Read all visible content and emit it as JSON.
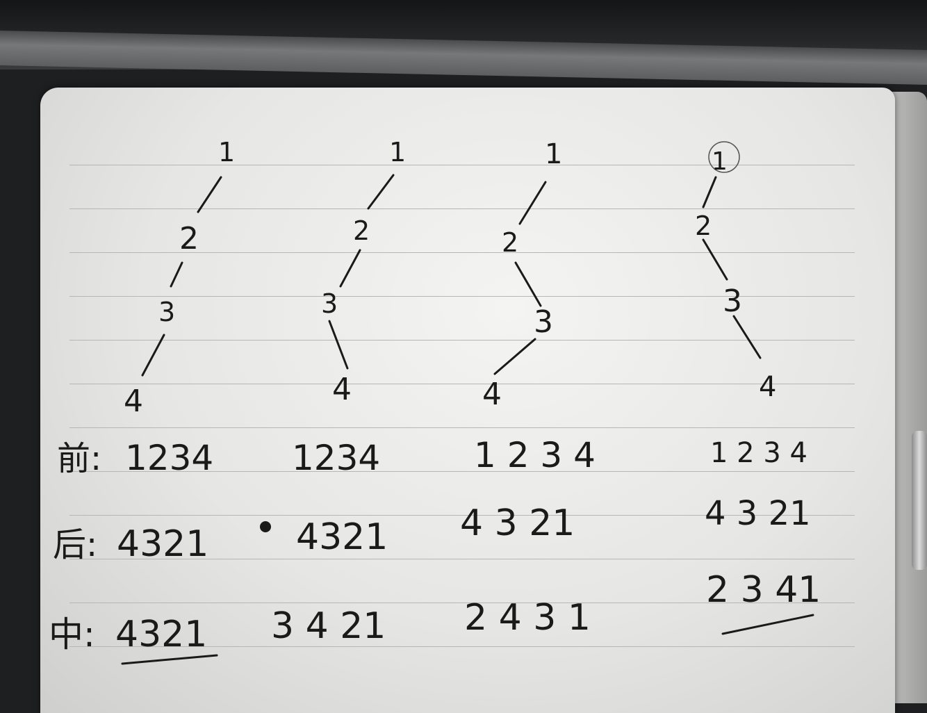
{
  "trees": [
    {
      "nodes": [
        "1",
        "2",
        "3",
        "4"
      ]
    },
    {
      "nodes": [
        "1",
        "2",
        "3",
        "4"
      ]
    },
    {
      "nodes": [
        "1",
        "2",
        "3",
        "4"
      ]
    },
    {
      "nodes": [
        "1",
        "2",
        "3",
        "4"
      ]
    }
  ],
  "rows": {
    "pre": {
      "label": "前:",
      "values": [
        "1234",
        "1234",
        "1 2 3 4",
        "1 2 3 4"
      ]
    },
    "post": {
      "label": "后:",
      "values": [
        "4321",
        "4321",
        "4 3 21",
        "4 3 21"
      ]
    },
    "in": {
      "label": "中:",
      "values": [
        "4321",
        "3 4 21",
        "2 4 3 1",
        "2 3 41"
      ]
    }
  },
  "colors": {
    "ink": "#1a1a1a",
    "paper": "#ececea",
    "rule": "#b6b6b6"
  }
}
